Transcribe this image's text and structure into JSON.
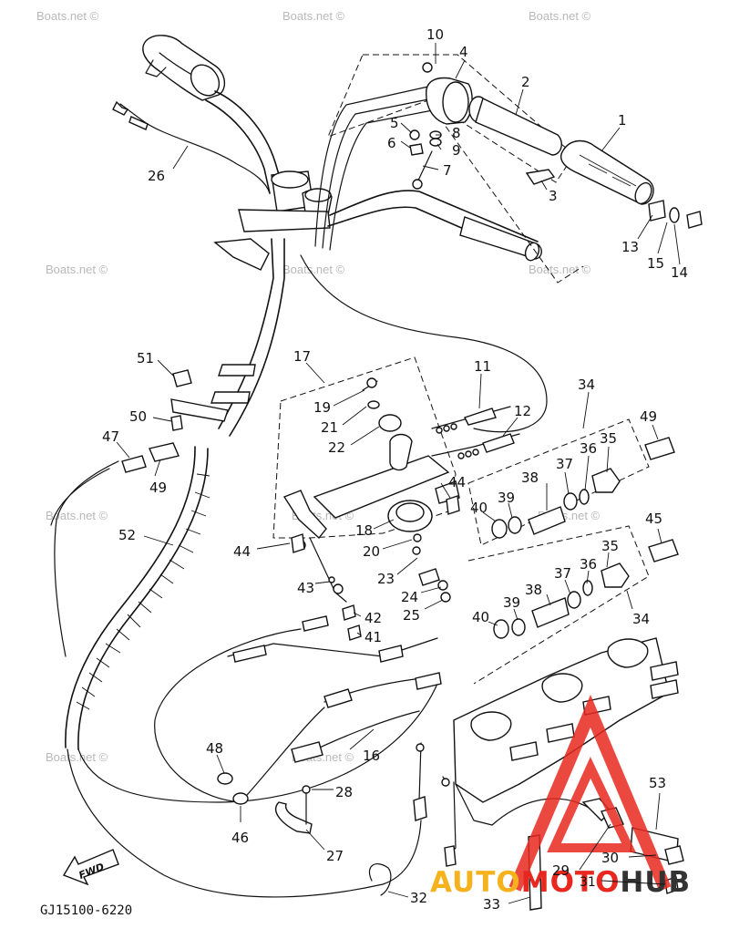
{
  "diagram_code": "GJ15100-6220",
  "watermark_text": "Boats.net ©",
  "fwd_label": "FWD",
  "logo": {
    "part1": "AUTO",
    "part2": "MOTO",
    "part3": "HUB",
    "color_red": "#e8281f",
    "color_yellow": "#f5b21c",
    "color_dark": "#333333"
  },
  "callouts": {
    "c1": "1",
    "c2": "2",
    "c3": "3",
    "c4": "4",
    "c5": "5",
    "c6": "6",
    "c7": "7",
    "c8": "8",
    "c9": "9",
    "c10": "10",
    "c11": "11",
    "c12": "12",
    "c13": "13",
    "c14": "14",
    "c15": "15",
    "c16": "16",
    "c17": "17",
    "c18": "18",
    "c19": "19",
    "c20": "20",
    "c21": "21",
    "c22": "22",
    "c23": "23",
    "c24": "24",
    "c25": "25",
    "c26": "26",
    "c27": "27",
    "c28": "28",
    "c29": "29",
    "c30": "30",
    "c31": "31",
    "c32": "32",
    "c33": "33",
    "c34a": "34",
    "c34b": "34",
    "c35a": "35",
    "c35b": "35",
    "c36a": "36",
    "c36b": "36",
    "c37a": "37",
    "c37b": "37",
    "c38a": "38",
    "c38b": "38",
    "c39a": "39",
    "c39b": "39",
    "c40a": "40",
    "c40b": "40",
    "c41": "41",
    "c42": "42",
    "c43": "43",
    "c44a": "44",
    "c44b": "44",
    "c45": "45",
    "c46": "46",
    "c47": "47",
    "c48": "48",
    "c49a": "49",
    "c49b": "49",
    "c50": "50",
    "c51": "51",
    "c52": "52",
    "c53": "53"
  }
}
